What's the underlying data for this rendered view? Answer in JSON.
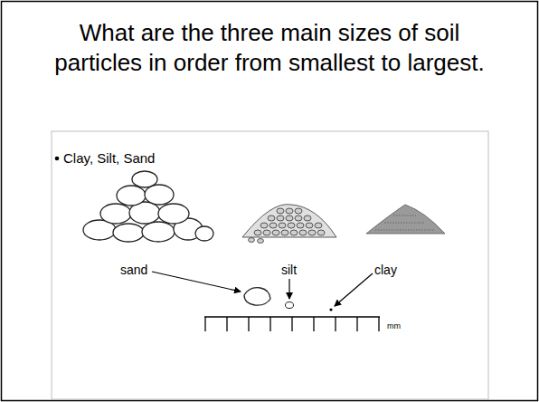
{
  "diagram": {
    "title": "What are the three main sizes of soil particles in order from smallest to largest.",
    "labels": [
      "Clay, Silt, Sand",
      "sand",
      "silt",
      "clay",
      "mm"
    ]
  }
}
